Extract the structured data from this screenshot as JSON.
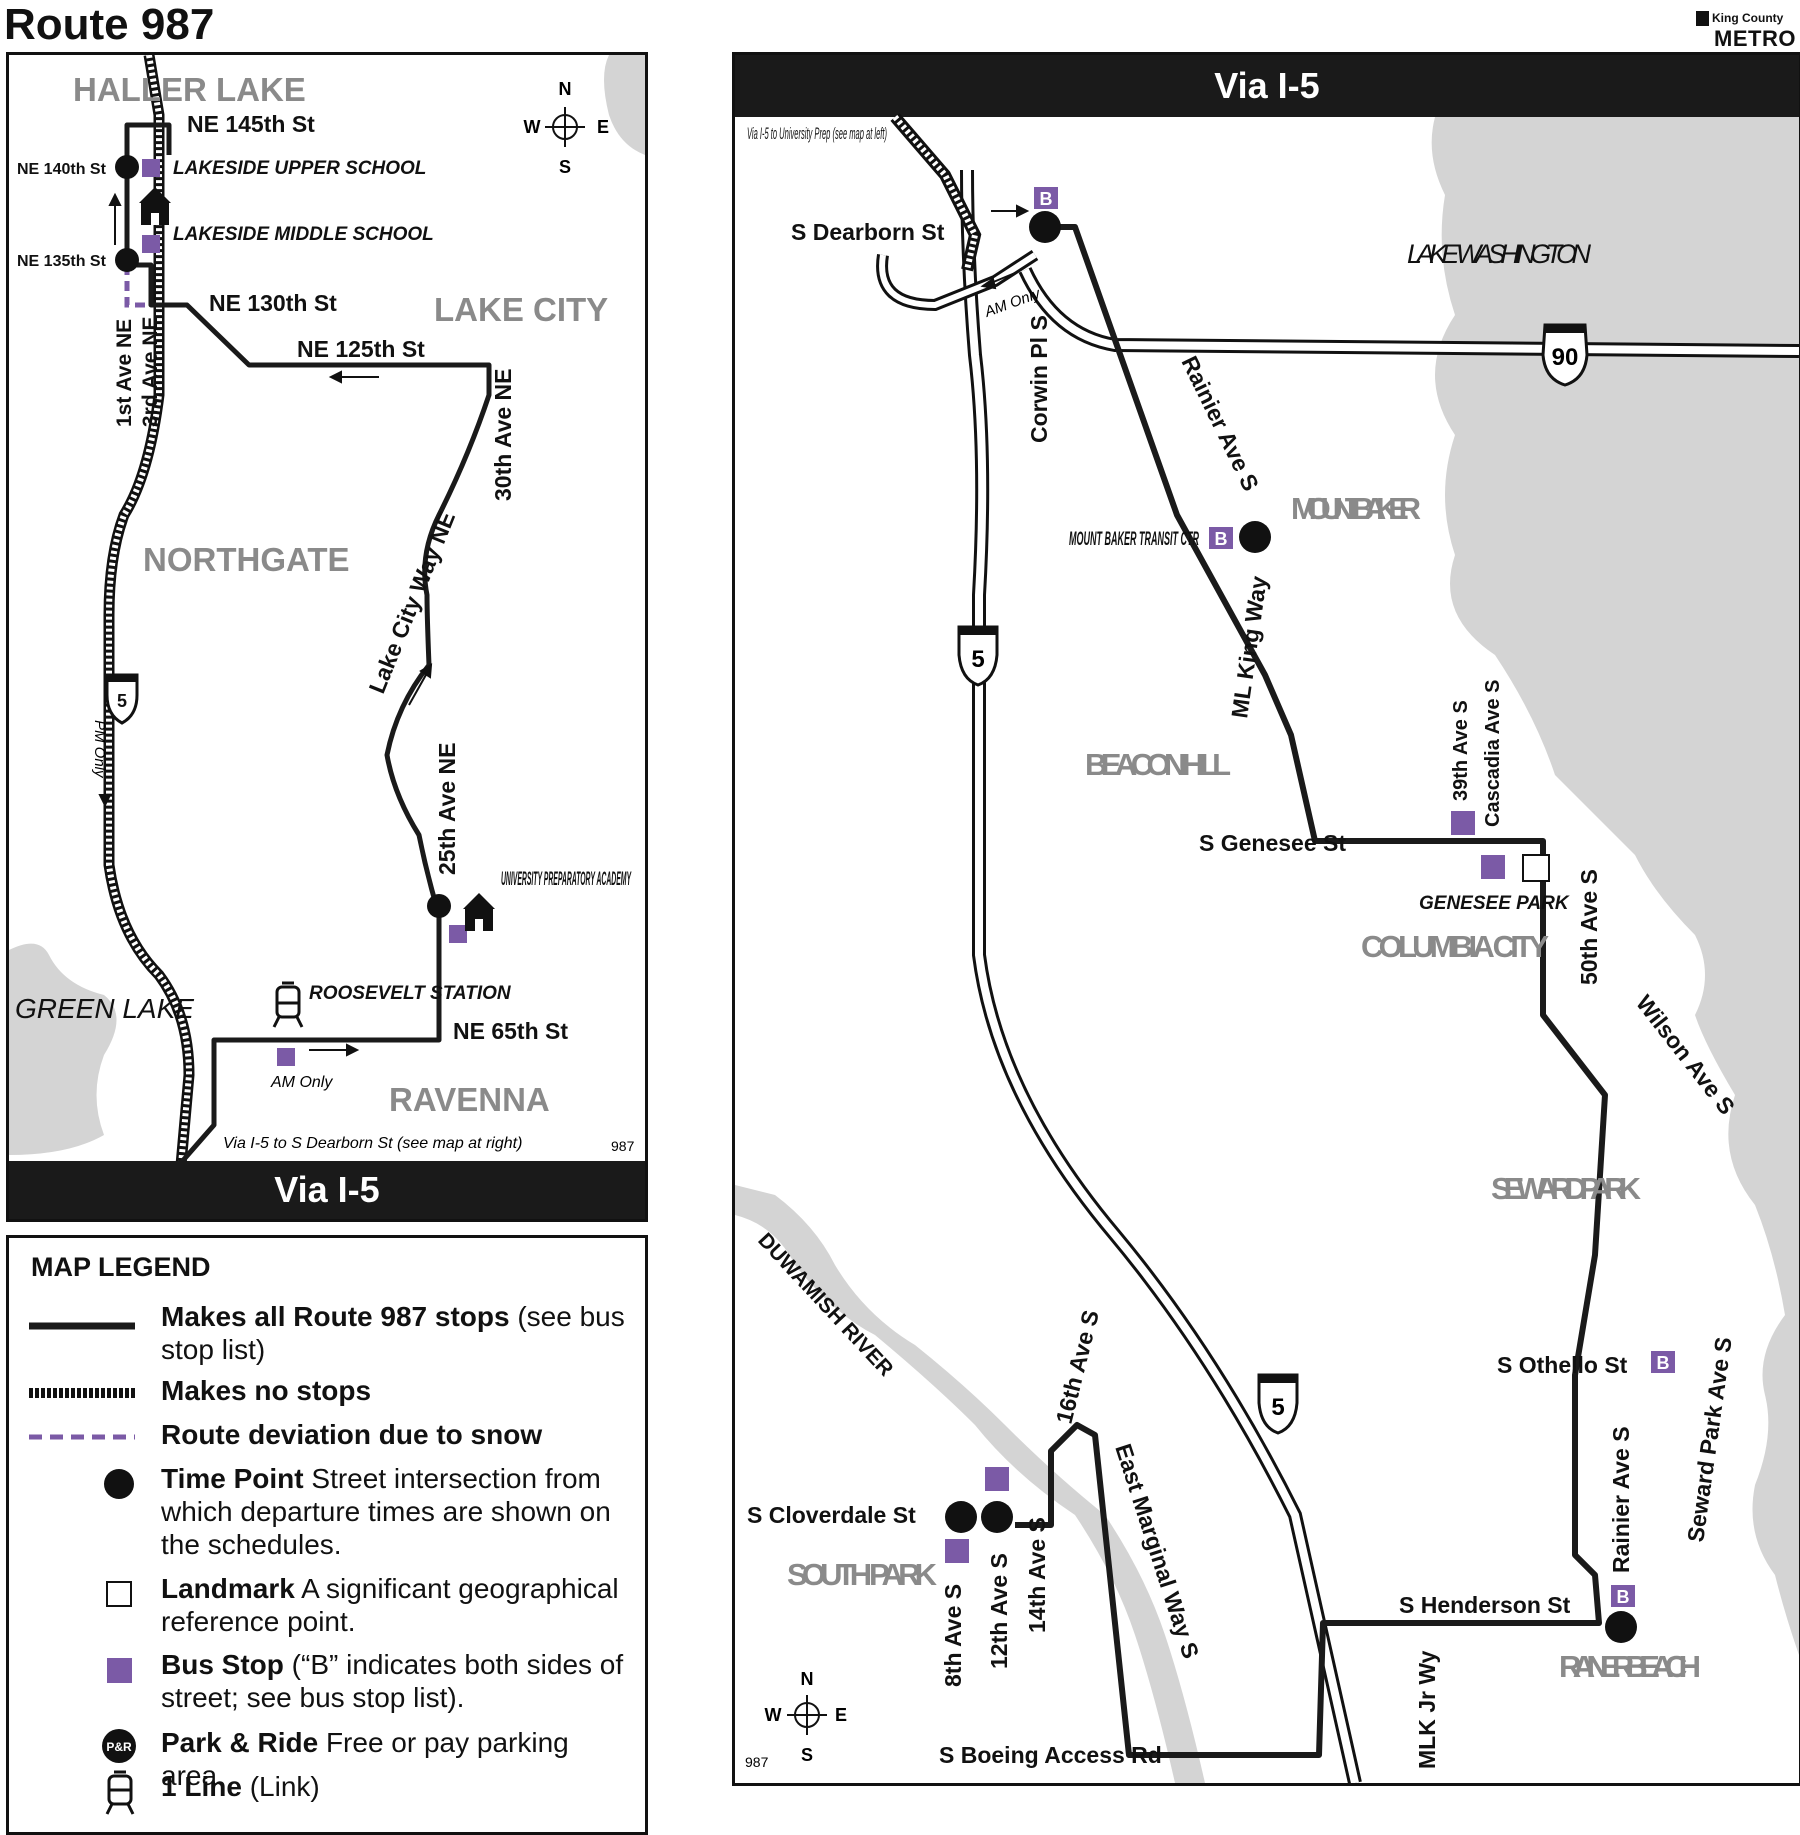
{
  "header": {
    "route_title": "Route 987",
    "agency_small": "King County",
    "agency_large": "METRO"
  },
  "left_map": {
    "neighborhoods": {
      "haller_lake": "HALLER LAKE",
      "lake_city": "LAKE CITY",
      "northgate": "NORTHGATE",
      "ravenna": "RAVENNA",
      "green_lake": "GREEN LAKE"
    },
    "streets": {
      "ne_145th": "NE 145th St",
      "ne_140th": "NE 140th St",
      "ne_135th": "NE 135th St",
      "ne_130th": "NE 130th St",
      "ne_125th": "NE 125th St",
      "first_ave": "1st Ave NE",
      "third_ave": "3rd Ave NE",
      "thirtieth_ave": "30th Ave NE",
      "lake_city_way": "Lake City Way NE",
      "twentyfifth_ave": "25th Ave NE",
      "ne_65th": "NE 65th St"
    },
    "landmarks": {
      "lakeside_upper": "LAKESIDE UPPER SCHOOL",
      "lakeside_middle": "LAKESIDE MIDDLE SCHOOL",
      "university_prep": "UNIVERSITY PREPARATORY ACADEMY",
      "roosevelt": "ROOSEVELT STATION"
    },
    "notes": {
      "pm_only": "PM Only",
      "am_only": "AM Only",
      "via_note": "Via I-5 to S Dearborn St (see map at right)",
      "route_num": "987"
    },
    "highway_shield": "5",
    "banner": "Via I-5",
    "compass": {
      "n": "N",
      "s": "S",
      "e": "E",
      "w": "W"
    }
  },
  "right_map": {
    "banner": "Via I-5",
    "notes": {
      "via_note": "Via I-5 to University Prep (see map at left)",
      "am_only": "AM Only",
      "route_num": "987"
    },
    "neighborhoods": {
      "lake_washington": "LAKE WASHINGTON",
      "mount_baker": "MOUNT BAKER",
      "beacon_hill": "BEACON HILL",
      "columbia_city": "COLUMBIA CITY",
      "seward_park": "SEWARD PARK",
      "south_park": "SOUTH PARK",
      "rainier_beach": "RAINIER BEACH",
      "duwamish": "DUWAMISH RIVER"
    },
    "streets": {
      "s_dearborn": "S Dearborn St",
      "corwin": "Corwin Pl S",
      "rainier": "Rainier Ave S",
      "ml_king": "ML King Way",
      "thirtyninth": "39th Ave S",
      "cascadia": "Cascadia Ave S",
      "s_genesee": "S Genesee St",
      "fiftieth": "50th Ave S",
      "wilson": "Wilson Ave S",
      "s_othello": "S Othello St",
      "seward_park_ave": "Seward Park Ave S",
      "rainier2": "Rainier Ave S",
      "s_henderson": "S Henderson St",
      "mlk_jr": "MLK Jr Wy",
      "s_boeing": "S Boeing Access Rd",
      "east_marginal": "East Marginal Way S",
      "sixteenth": "16th Ave S",
      "fourteenth": "14th Ave S",
      "twelfth": "12th Ave S",
      "eighth": "8th Ave S",
      "s_cloverdale": "S Cloverdale St"
    },
    "landmarks": {
      "mount_baker_tc": "MOUNT BAKER TRANSIT CTR",
      "genesee_park": "GENESEE PARK"
    },
    "shields": {
      "i90": "90",
      "i5a": "5",
      "i5b": "5"
    },
    "stop_letter": "B",
    "compass": {
      "n": "N",
      "s": "S",
      "e": "E",
      "w": "W"
    }
  },
  "legend": {
    "title": "MAP LEGEND",
    "items": [
      {
        "bold": "Makes all Route 987 stops",
        "rest": " (see bus stop list)"
      },
      {
        "bold": "Makes no stops",
        "rest": ""
      },
      {
        "bold": "Route deviation due to snow",
        "rest": ""
      },
      {
        "bold": "Time Point",
        "rest": "  Street intersection from which departure times are shown on the schedules."
      },
      {
        "bold": "Landmark",
        "rest": " A significant geographical reference point."
      },
      {
        "bold": "Bus Stop",
        "rest": " (“B” indicates both sides of street; see bus stop list)."
      },
      {
        "bold": "Park & Ride",
        "rest": " Free or pay parking area."
      },
      {
        "bold": "1 Line",
        "rest": " (Link)"
      }
    ],
    "pr_icon_text": "P&R"
  },
  "colors": {
    "route": "#1a1a1a",
    "water": "#d4d4d4",
    "stop": "#7b5aa6",
    "neighborhood_text": "#8a8a8a"
  }
}
